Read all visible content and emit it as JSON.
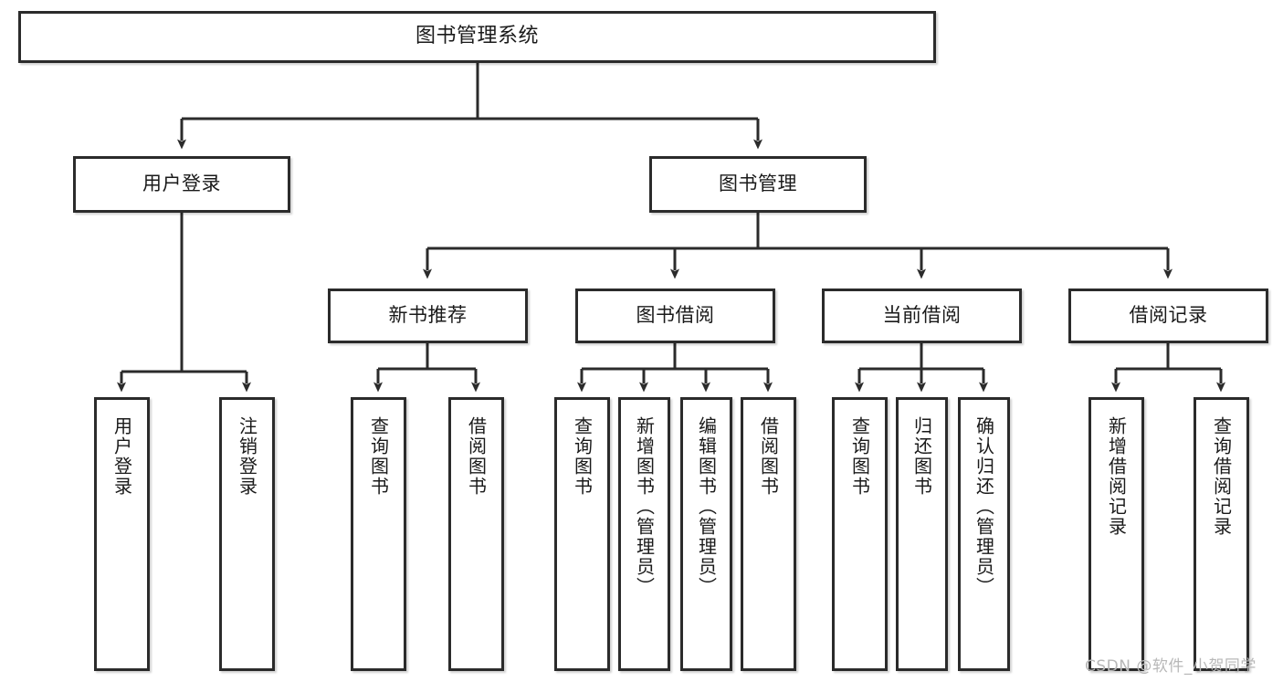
{
  "diagram": {
    "title": "图书管理系统",
    "type": "tree-hierarchy",
    "watermark": "CSDN @软件_小贺同学",
    "colors": {
      "box_border": "#2b2b2b",
      "box_fill": "#ffffff",
      "edge": "#2b2b2b",
      "text": "#1a1a1a",
      "watermark": "#b8b8b8",
      "background": "#ffffff"
    },
    "nodes": {
      "root": {
        "label": "图书管理系统"
      },
      "level2": [
        {
          "label": "用户登录"
        },
        {
          "label": "图书管理"
        }
      ],
      "level3": [
        {
          "label": "新书推荐"
        },
        {
          "label": "图书借阅"
        },
        {
          "label": "当前借阅"
        },
        {
          "label": "借阅记录"
        }
      ],
      "leaves": {
        "user_login": [
          {
            "label": "用户登录"
          },
          {
            "label": "注销登录"
          }
        ],
        "new_book_recommend": [
          {
            "label": "查询图书"
          },
          {
            "label": "借阅图书"
          }
        ],
        "book_borrow": [
          {
            "label": "查询图书"
          },
          {
            "label": "新增图书（管理员）"
          },
          {
            "label": "编辑图书（管理员）"
          },
          {
            "label": "借阅图书"
          }
        ],
        "current_borrow": [
          {
            "label": "查询图书"
          },
          {
            "label": "归还图书"
          },
          {
            "label": "确认归还（管理员）"
          }
        ],
        "borrow_record": [
          {
            "label": "新增借阅记录"
          },
          {
            "label": "查询借阅记录"
          }
        ]
      }
    }
  }
}
